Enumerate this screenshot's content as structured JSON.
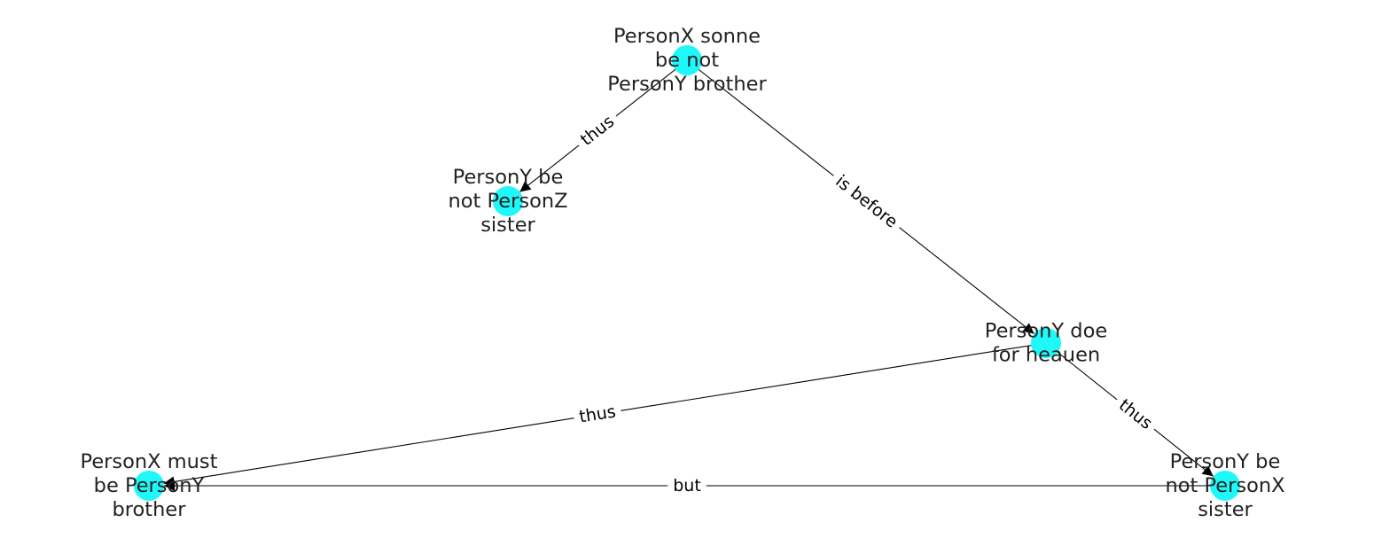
{
  "colors": {
    "node_fill": "#1ff8f8",
    "edge": "#000000",
    "text": "#222222",
    "background": "#ffffff"
  },
  "nodes": [
    {
      "id": "n1",
      "lines": [
        "PersonX sonne",
        "be not",
        "PersonY brother"
      ]
    },
    {
      "id": "n2",
      "lines": [
        "PersonY be",
        "not PersonZ",
        "sister"
      ]
    },
    {
      "id": "n3",
      "lines": [
        "PersonY doe",
        "for heauen"
      ]
    },
    {
      "id": "n4",
      "lines": [
        "PersonX must",
        "be PersonY",
        "brother"
      ]
    },
    {
      "id": "n5",
      "lines": [
        "PersonY be",
        "not PersonX",
        "sister"
      ]
    }
  ],
  "edges": [
    {
      "id": "e1",
      "source": "n1",
      "target": "n2",
      "label": "thus"
    },
    {
      "id": "e2",
      "source": "n1",
      "target": "n3",
      "label": "is before"
    },
    {
      "id": "e3",
      "source": "n3",
      "target": "n4",
      "label": "thus"
    },
    {
      "id": "e4",
      "source": "n3",
      "target": "n5",
      "label": "thus"
    },
    {
      "id": "e5",
      "source": "n5",
      "target": "n4",
      "label": "but"
    }
  ]
}
